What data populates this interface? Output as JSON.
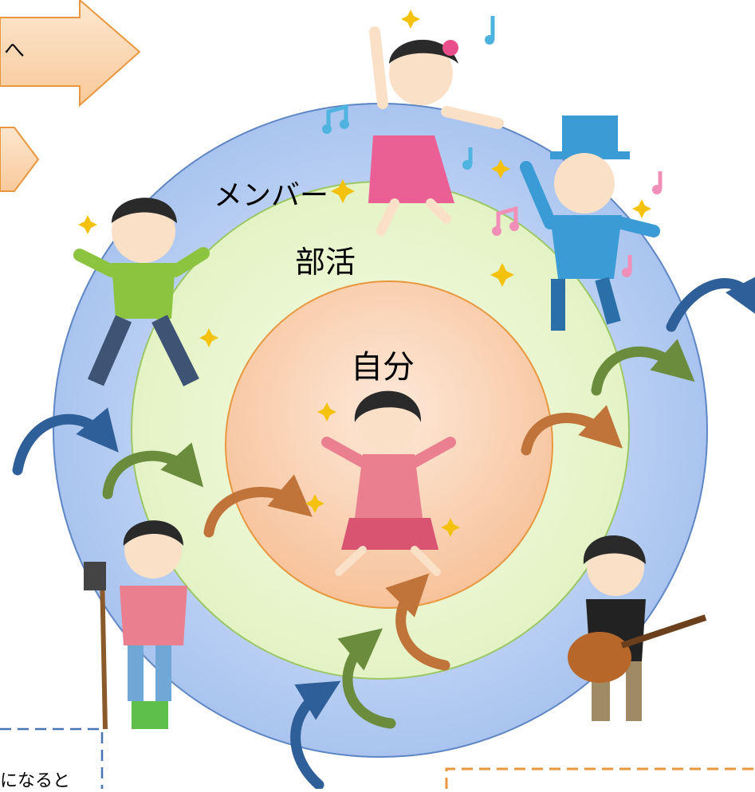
{
  "arrows": {
    "top_text": "へ",
    "second_text": ""
  },
  "rings": {
    "outer_label": "メンバー",
    "middle_label": "部活",
    "inner_label": "自分"
  },
  "colors": {
    "outer_ring": "#a9c4ef",
    "middle_ring": "#e6f5c6",
    "inner_ring": "#f9c9a4",
    "blue_arrow": "#2f5f98",
    "green_arrow": "#6a8c3c",
    "orange_arrow": "#c0743a",
    "callout_fill": "#fbd7b0",
    "callout_stroke": "#e9973f"
  },
  "notes": {
    "bottom_left_text": "になると"
  },
  "icons": [
    "sparkle-icon",
    "music-note-icon"
  ]
}
